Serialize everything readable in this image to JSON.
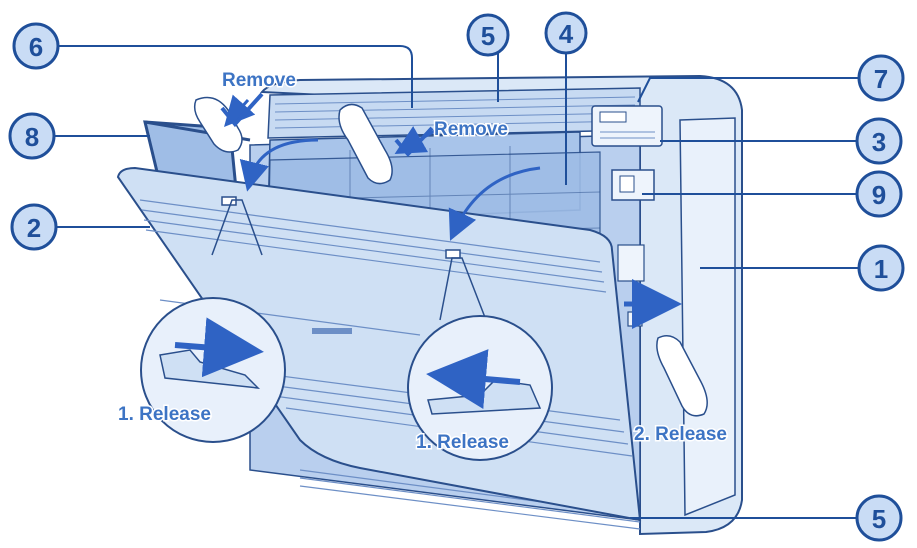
{
  "callouts": [
    {
      "id": "1",
      "label": "1"
    },
    {
      "id": "2",
      "label": "2"
    },
    {
      "id": "3",
      "label": "3"
    },
    {
      "id": "4",
      "label": "4"
    },
    {
      "id": "5-top",
      "label": "5"
    },
    {
      "id": "5-bottom",
      "label": "5"
    },
    {
      "id": "6",
      "label": "6"
    },
    {
      "id": "7",
      "label": "7"
    },
    {
      "id": "8",
      "label": "8"
    },
    {
      "id": "9",
      "label": "9"
    }
  ],
  "annotations": {
    "remove_left": "Remove",
    "remove_center": "Remove",
    "release_left": "1. Release",
    "release_center": "1. Release",
    "release_right": "2. Release"
  },
  "colors": {
    "line": "#2a4f8c",
    "body_fill": "#dbe8f7",
    "panel_fill": "#cfe0f4",
    "filter_fill": "#9fbde6",
    "accent": "#2f63c4",
    "callout_fill": "#c9dcf5",
    "callout_stroke": "#1f4f9a"
  },
  "icons": [
    "hand-icon",
    "arrow-icon",
    "magnifier-inset"
  ]
}
